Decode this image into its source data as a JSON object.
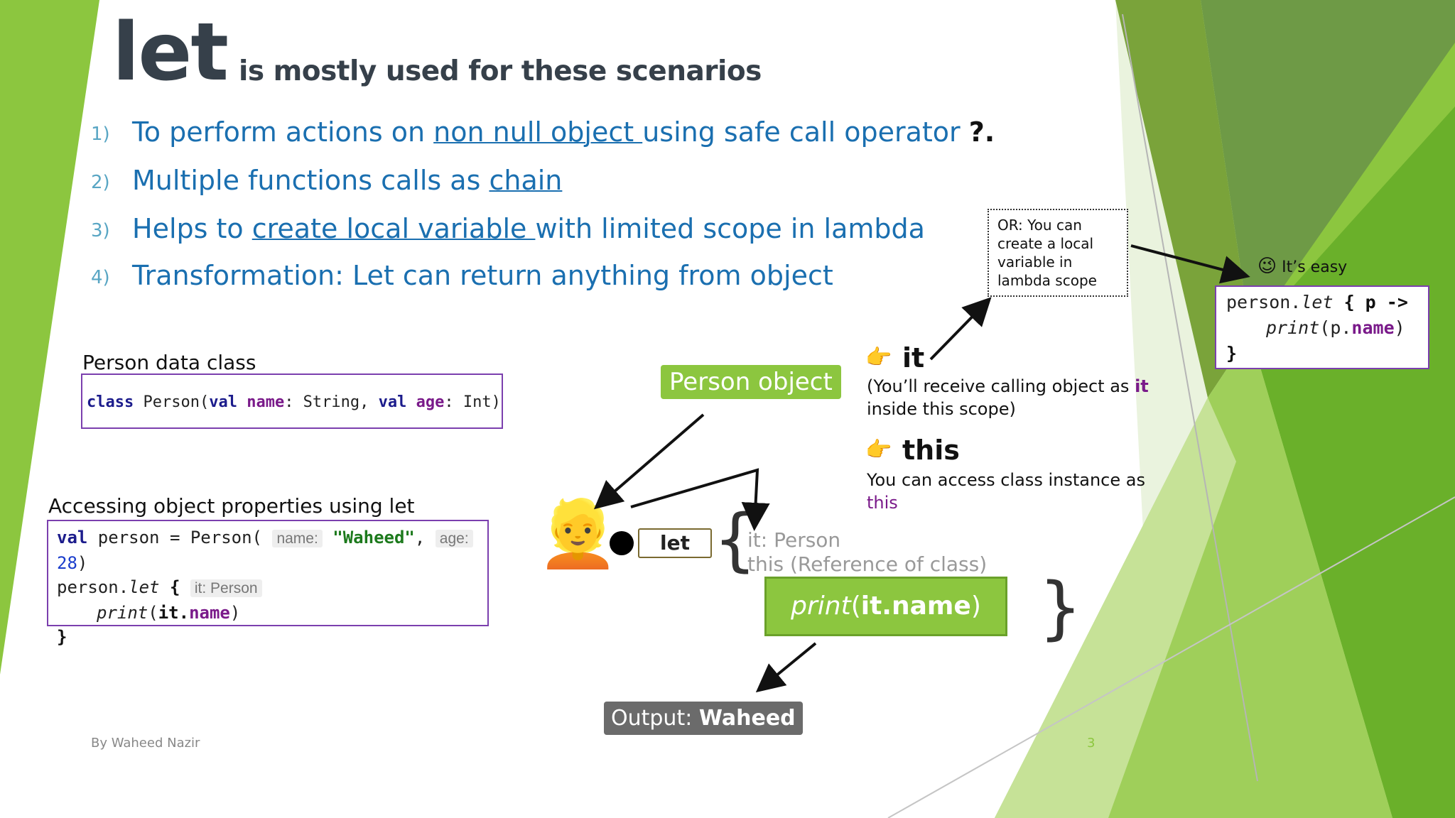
{
  "title": {
    "main": "let",
    "rest": "is mostly used for these scenarios"
  },
  "bullets": [
    {
      "num": "1)",
      "a": "To perform actions on ",
      "u": "non null object ",
      "b": "using safe call operator ",
      "c": "?."
    },
    {
      "num": "2)",
      "a": "Multiple functions calls as ",
      "u": "chain"
    },
    {
      "num": "3)",
      "a": "Helps to ",
      "u": "create local variable ",
      "b": "with limited scope in lambda"
    },
    {
      "num": "4)",
      "a": "Transformation: Let can return anything from object"
    }
  ],
  "person_class": {
    "label": "Person data class",
    "code_class": "class",
    "code_name": "Person(",
    "code_val1": "val",
    "code_p1": "name",
    "code_t1": ": String, ",
    "code_val2": "val",
    "code_p2": "age",
    "code_t2": ": Int)"
  },
  "accessing": {
    "label": "Accessing object properties using let",
    "l1_val": "val",
    "l1_a": " person = Person(",
    "l1_hint1": "name:",
    "l1_str": "\"Waheed\"",
    "l1_comma": ",",
    "l1_hint2": "age:",
    "l1_num": "28",
    "l1_close": ")",
    "l2_a": "person.",
    "l2_let": "let",
    "l2_b": " {",
    "l2_hint": "it: Person",
    "l3_print": "print",
    "l3_a": "(",
    "l3_it": "it.",
    "l3_name": "name",
    "l3_b": ")",
    "l4": "}"
  },
  "diagram": {
    "person_object": "Person object",
    "avatar": "👱",
    "let_tag": "let",
    "brace_open": "{",
    "brace_close": "}",
    "it_line": "it: Person",
    "this_line": "this (Reference of class)",
    "print_fn": "print",
    "print_arg_open": "(",
    "print_arg": "it.name",
    "print_arg_close": ")",
    "output_label": "Output: ",
    "output_value": "Waheed"
  },
  "explain": {
    "hand": "👉",
    "it_title": "it",
    "it_desc_a": "(You’ll receive calling object as ",
    "it_desc_it": "it",
    "it_desc_b": "inside this scope)",
    "this_title": "this",
    "this_desc": "You can access class instance as",
    "this_desc_this": "this"
  },
  "note": {
    "text_l1": "OR: You can",
    "text_l2": "create a local",
    "text_l3": "variable in",
    "text_l4": "lambda scope"
  },
  "easy": {
    "emoji": "😉",
    "label": "It’s easy",
    "l1_a": "person.",
    "l1_let": "let",
    "l1_b": " { p ->",
    "l2_print": "print",
    "l2_a": "(p.",
    "l2_name": "name",
    "l2_b": ")",
    "l3": "}"
  },
  "footer": {
    "author": "By Waheed Nazir",
    "page": "3"
  },
  "colors": {
    "green": "#8cc63f",
    "dark_green": "#5a9a2a",
    "blue": "#1a6fb0",
    "purple": "#7b3fae"
  }
}
